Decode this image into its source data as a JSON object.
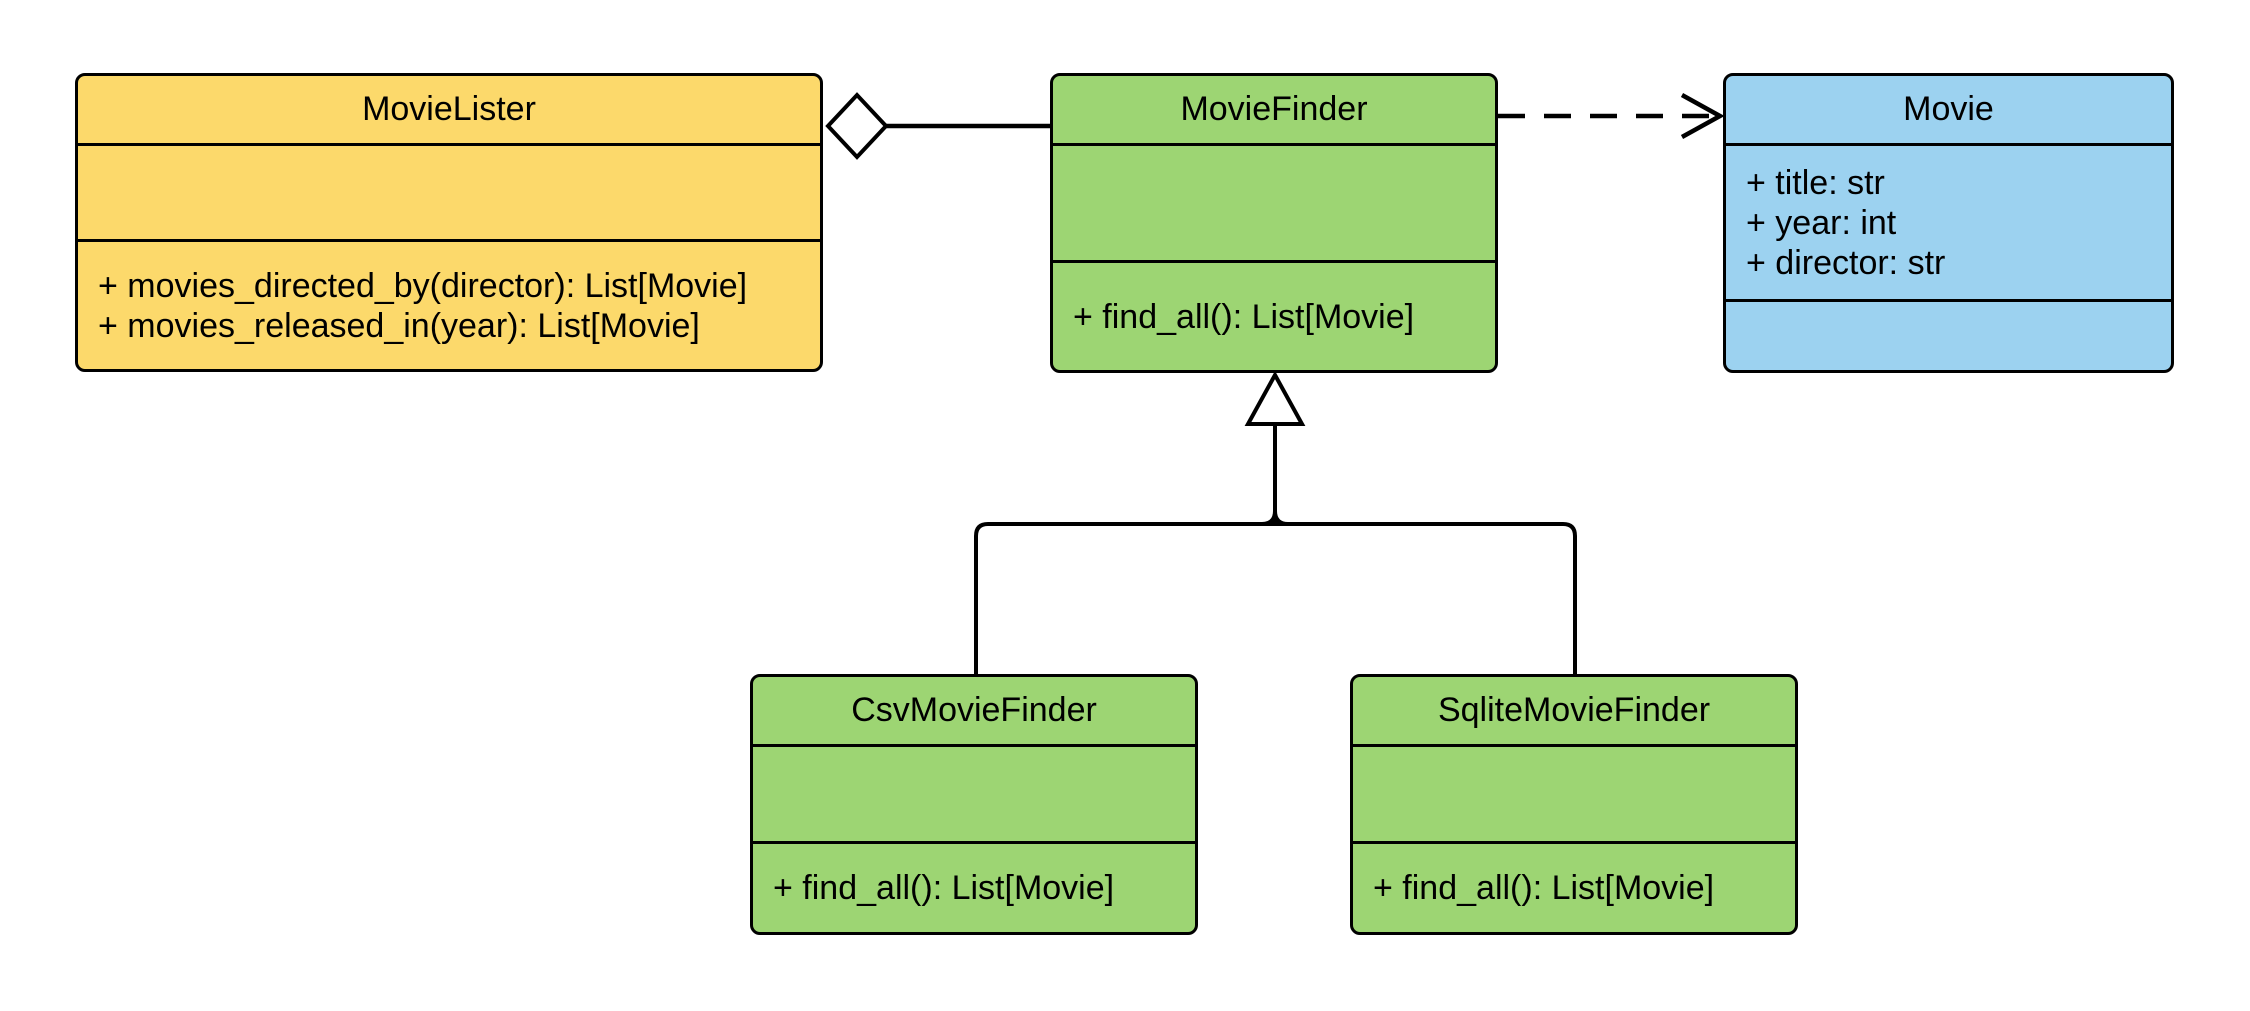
{
  "classes": {
    "movie_lister": {
      "name": "MovieLister",
      "attributes": [],
      "methods": [
        "+ movies_directed_by(director): List[Movie]",
        "+ movies_released_in(year): List[Movie]"
      ],
      "fill": "yellow"
    },
    "movie_finder": {
      "name": "MovieFinder",
      "attributes": [],
      "methods": [
        "+ find_all(): List[Movie]"
      ],
      "fill": "green"
    },
    "movie": {
      "name": "Movie",
      "attributes": [
        "+ title: str",
        "+ year: int",
        "+ director: str"
      ],
      "methods": [],
      "fill": "blue"
    },
    "csv_movie_finder": {
      "name": "CsvMovieFinder",
      "attributes": [],
      "methods": [
        "+ find_all(): List[Movie]"
      ],
      "fill": "green"
    },
    "sqlite_movie_finder": {
      "name": "SqliteMovieFinder",
      "attributes": [],
      "methods": [
        "+ find_all(): List[Movie]"
      ],
      "fill": "green"
    }
  },
  "relationships": [
    {
      "type": "aggregation",
      "whole": "MovieLister",
      "part": "MovieFinder",
      "line": "solid",
      "marker": "hollow-diamond-at-whole"
    },
    {
      "type": "dependency",
      "from": "MovieFinder",
      "to": "Movie",
      "line": "dashed",
      "marker": "open-arrow-at-target"
    },
    {
      "type": "inheritance",
      "child": "CsvMovieFinder",
      "parent": "MovieFinder",
      "line": "solid",
      "marker": "hollow-triangle-at-parent"
    },
    {
      "type": "inheritance",
      "child": "SqliteMovieFinder",
      "parent": "MovieFinder",
      "line": "solid",
      "marker": "hollow-triangle-at-parent"
    }
  ],
  "colors": {
    "yellow": "#FCD96B",
    "green": "#9DD573",
    "blue": "#9CD2F0",
    "stroke": "#000000",
    "background": "#FFFFFF"
  }
}
